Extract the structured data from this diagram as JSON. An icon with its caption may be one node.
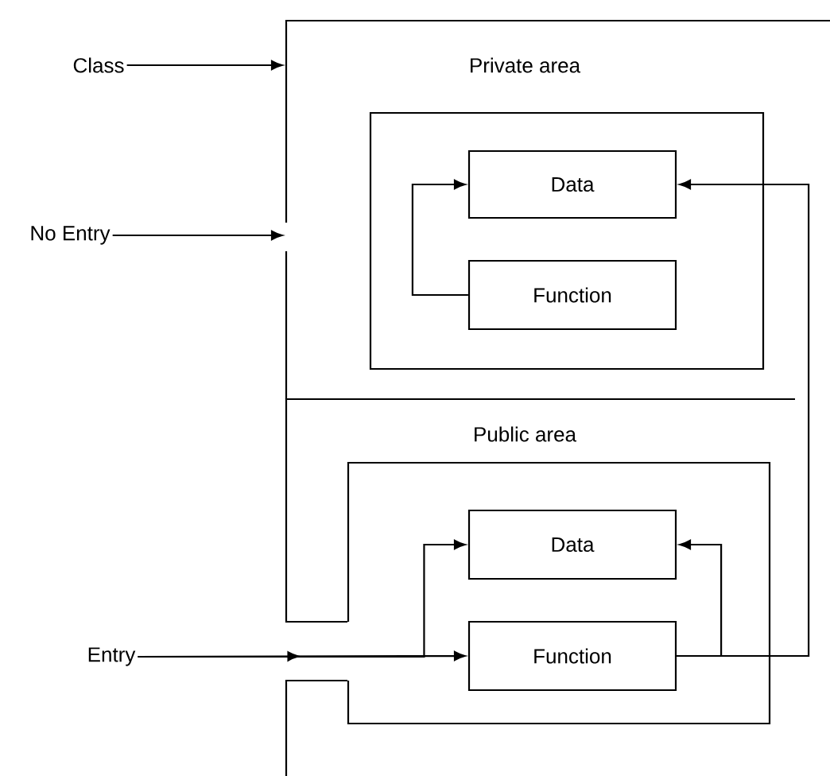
{
  "diagram": {
    "nodes": [
      {
        "text": [
          "Class"
        ]
      },
      {
        "text": [
          "No Entry"
        ]
      },
      {
        "text": [
          "Entry"
        ]
      },
      {
        "text": [
          "Private area"
        ]
      },
      {
        "text": [],
        "shape": "box",
        "in": 3
      },
      {
        "text": [
          "Data"
        ],
        "in": 4
      },
      {
        "text": [
          "Function"
        ],
        "in": 4
      },
      {
        "text": [
          "Public area"
        ]
      },
      {
        "text": [],
        "shape": "box",
        "in": 7
      },
      {
        "text": [
          "Data"
        ],
        "in": 8
      },
      {
        "text": [
          "Function"
        ],
        "in": 8
      }
    ],
    "edges": [
      {
        "from": 0,
        "to": 3,
        "arrow": "to"
      },
      {
        "from": 1,
        "to": 3,
        "arrow": "to"
      },
      {
        "from": 2,
        "to": 10,
        "arrow": "to"
      },
      {
        "from": 2,
        "to": 9,
        "arrow": "to"
      },
      {
        "from": 6,
        "to": 5,
        "arrow": "to"
      },
      {
        "from": 10,
        "to": 9,
        "arrow": "to"
      },
      {
        "from": 10,
        "to": 5,
        "arrow": "to"
      }
    ]
  }
}
